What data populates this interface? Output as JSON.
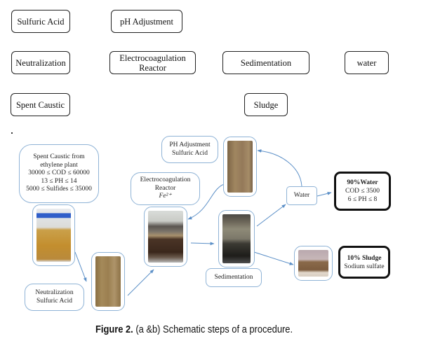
{
  "legend_boxes": {
    "sulfuric_acid": "Sulfuric Acid",
    "ph_adjustment": "pH Adjustment",
    "neutralization": "Neutralization",
    "electrocoagulation_reactor_line1": "Electrocoagulation",
    "electrocoagulation_reactor_line2": "Reactor",
    "sedimentation": "Sedimentation",
    "water": "water",
    "spent_caustic": "Spent Caustic",
    "sludge": "Sludge"
  },
  "flow": {
    "spent_caustic_source": {
      "lines": [
        "Spent Caustic from",
        "ethylene plant",
        "30000 ≤ COD ≤ 60000",
        "13 ≤ PH ≤ 14",
        "5000 ≤ Sulfides ≤ 35000"
      ]
    },
    "neutralization_step": {
      "lines": [
        "Neutralization",
        "Sulfuric Acid"
      ]
    },
    "electrocoagulation_step": {
      "lines": [
        "Electrocoagulation",
        "Reactor"
      ],
      "formula": "Fe²⁺"
    },
    "ph_adjustment_step": {
      "lines": [
        "PH Adjustment",
        "Sulfuric Acid"
      ]
    },
    "sedimentation_step": {
      "label": "Sedimentation"
    },
    "water_step": {
      "label": "Water"
    },
    "water_result": {
      "title": "90%Water",
      "lines": [
        "COD ≤ 3500",
        "6 ≤ PH ≤ 8"
      ]
    },
    "sludge_result": {
      "title": "10% Sludge",
      "lines": [
        "Sodium sulfate"
      ]
    },
    "photos": {
      "spent_caustic_bottle": "Spent caustic sample bottle",
      "neutralized_sample": "Neutralized sample",
      "electrocoagulation_reactor": "Electrocoagulation reactor",
      "ph_adjusted_sample": "pH-adjusted sample",
      "sedimentation_sample": "Sedimentation sample",
      "sludge_sample": "Sludge sample"
    }
  },
  "colors": {
    "arrow": "#5b8fc7",
    "box_border_blue": "#8fb3d6",
    "box_border_black": "#111111"
  },
  "caption": {
    "label": "Figure 2.",
    "text": " (a &b) Schematic steps of a procedure."
  }
}
